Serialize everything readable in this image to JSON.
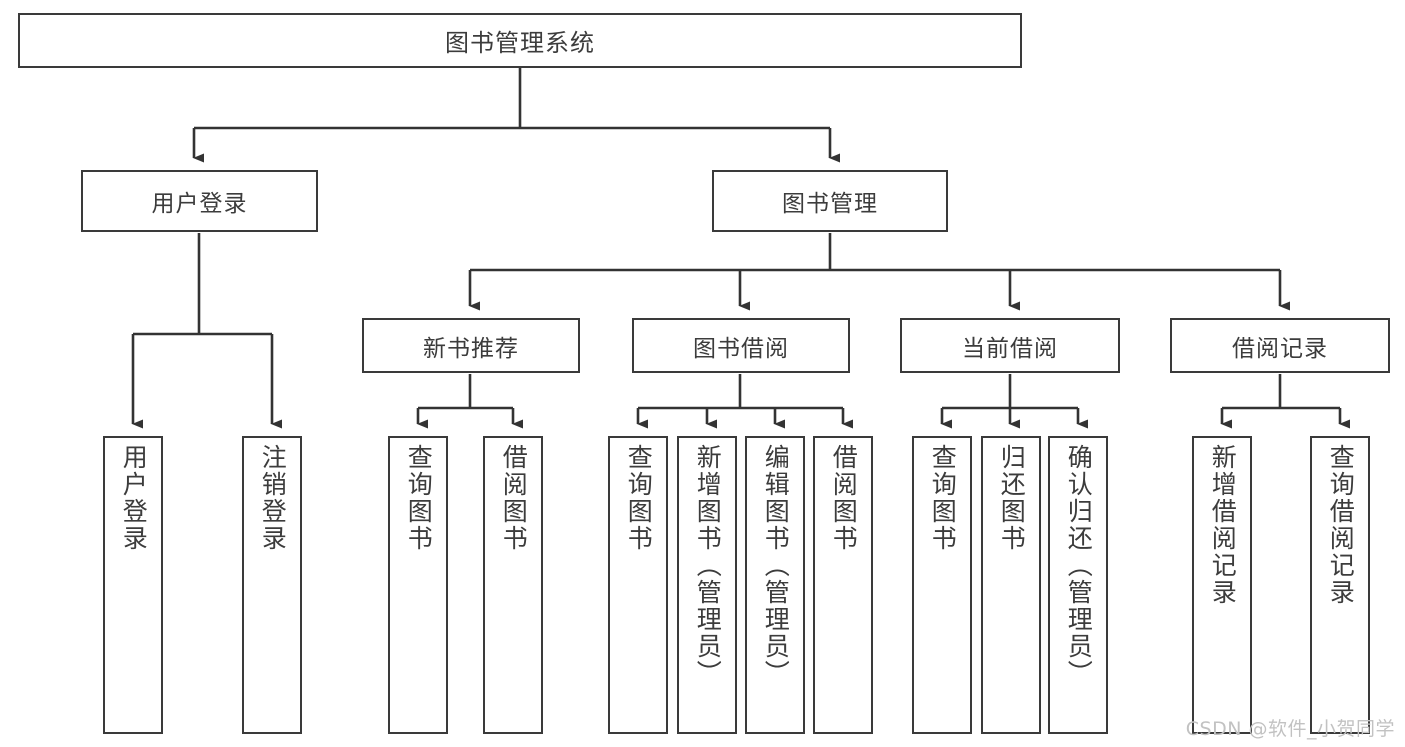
{
  "diagram": {
    "title": "图书管理系统",
    "type": "tree",
    "root": {
      "label": "图书管理系统"
    },
    "level2": [
      {
        "label": "用户登录"
      },
      {
        "label": "图书管理"
      }
    ],
    "level3": [
      {
        "label": "新书推荐"
      },
      {
        "label": "图书借阅"
      },
      {
        "label": "当前借阅"
      },
      {
        "label": "借阅记录"
      }
    ],
    "leaves": {
      "user_login": [
        {
          "label": "用户登录"
        },
        {
          "label": "注销登录"
        }
      ],
      "new_book_rec": [
        {
          "label": "查询图书"
        },
        {
          "label": "借阅图书"
        }
      ],
      "book_borrow": [
        {
          "label": "查询图书"
        },
        {
          "label": "新增图书（管理员）"
        },
        {
          "label": "编辑图书（管理员）"
        },
        {
          "label": "借阅图书"
        }
      ],
      "current_borrow": [
        {
          "label": "查询图书"
        },
        {
          "label": "归还图书"
        },
        {
          "label": "确认归还（管理员）"
        }
      ],
      "borrow_record": [
        {
          "label": "新增借阅记录"
        },
        {
          "label": "查询借阅记录"
        }
      ]
    },
    "watermark": "CSDN @软件_小贺同学",
    "colors": {
      "border": "#3a3a3a",
      "text": "#3c3c3c",
      "background": "#ffffff",
      "watermark": "#c2c2c2"
    }
  }
}
